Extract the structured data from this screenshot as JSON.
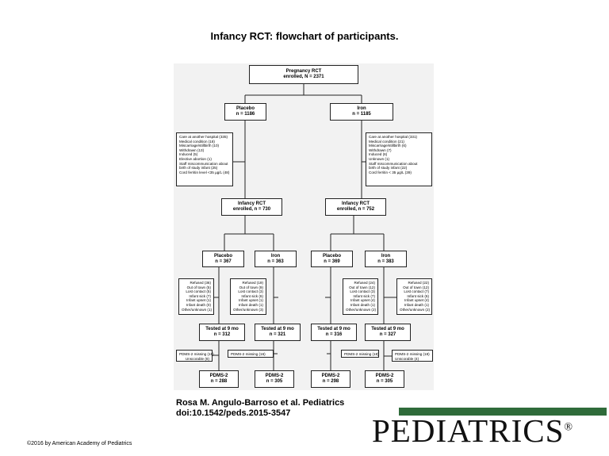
{
  "title": "Infancy RCT: flowchart of participants.",
  "nodes": {
    "pregnancy": {
      "l1": "Pregnancy RCT",
      "l2": "enrolled, N = 2371"
    },
    "placebo_top": {
      "l1": "Placebo",
      "l2": "n = 1186"
    },
    "iron_top": {
      "l1": "Iron",
      "l2": "n = 1185"
    },
    "infancy_left": {
      "l1": "Infancy RCT",
      "l2": "enrolled, n = 730"
    },
    "infancy_right": {
      "l1": "Infancy RCT",
      "l2": "enrolled, n = 752"
    },
    "p1": {
      "l1": "Placebo",
      "l2": "n = 367"
    },
    "i1": {
      "l1": "Iron",
      "l2": "n = 363"
    },
    "p2": {
      "l1": "Placebo",
      "l2": "n = 369"
    },
    "i2": {
      "l1": "Iron",
      "l2": "n = 383"
    },
    "t1": {
      "l1": "Tested at 9 mo",
      "l2": "n = 312"
    },
    "t2": {
      "l1": "Tested at 9 mo",
      "l2": "n = 321"
    },
    "t3": {
      "l1": "Tested at 9 mo",
      "l2": "n = 316"
    },
    "t4": {
      "l1": "Tested at 9 mo",
      "l2": "n = 327"
    },
    "d1": {
      "l1": "PDMS-2",
      "l2": "n = 288"
    },
    "d2": {
      "l1": "PDMS-2",
      "l2": "n = 305"
    },
    "d3": {
      "l1": "PDMS-2",
      "l2": "n = 298"
    },
    "d4": {
      "l1": "PDMS-2",
      "l2": "n = 305"
    }
  },
  "exclusions": {
    "left": [
      "Care at another hospital (335)",
      "Medical condition (18)",
      "Miscarriage/stillbirth (10)",
      "Withdrawn (13)",
      "Induced (5)",
      "Elective abortion (1)",
      "Staff miscommunication about",
      "birth of study infant (25)",
      "Cord ferritin level <35 µg/L (48)"
    ],
    "right": [
      "Care at another hospital (331)",
      "Medical condition (21)",
      "Miscarriage/stillbirth (6)",
      "Withdrawn (7)",
      "Induced (6)",
      "Unknown (1)",
      "Staff miscommunication about",
      "birth of study infant (22)",
      "Cord ferritin < 35 µg/L (39)"
    ],
    "r1": [
      "Refused (36)",
      "Out of town (5)",
      "Lost contact (5)",
      "Infant sick (7)",
      "Infant upset (1)",
      "Infant death (0)",
      "Other/unknown (1)"
    ],
    "r2": [
      "Refused (19)",
      "Out of town (9)",
      "Lost contact (3)",
      "Infant sick (6)",
      "Infant upset (1)",
      "Infant death (1)",
      "Other/unknown (3)"
    ],
    "r3": [
      "Refused (24)",
      "Out of town (12)",
      "Lost contact (3)",
      "Infant sick (7)",
      "Infant upset (4)",
      "Infant death (1)",
      "Other/unknown (2)"
    ],
    "r4": [
      "Refused (22)",
      "Out of town (12)",
      "Lost contact (7)",
      "Infant sick (6)",
      "Infant upset (4)",
      "Infant death (1)",
      "Other/unknown (2)"
    ],
    "m1": [
      "PDMS-2 missing (16)",
      "Unscorable (8)"
    ],
    "m2": [
      "PDMS-2 missing (16)"
    ],
    "m3": [
      "PDMS-2 missing (18)"
    ],
    "m4": [
      "PDMS-2 missing (18)",
      "Unscorable (4)"
    ]
  },
  "citation": {
    "line1": "Rosa M. Angulo-Barroso et al. Pediatrics",
    "line2": "doi:10.1542/peds.2015-3547"
  },
  "copyright": "©2016 by American Academy of Pediatrics",
  "logo": "PEDIATRICS",
  "logo_mark": "®",
  "colors": {
    "logo_bar": "#2f6b3a",
    "chart_background": "#f2f2f2"
  }
}
